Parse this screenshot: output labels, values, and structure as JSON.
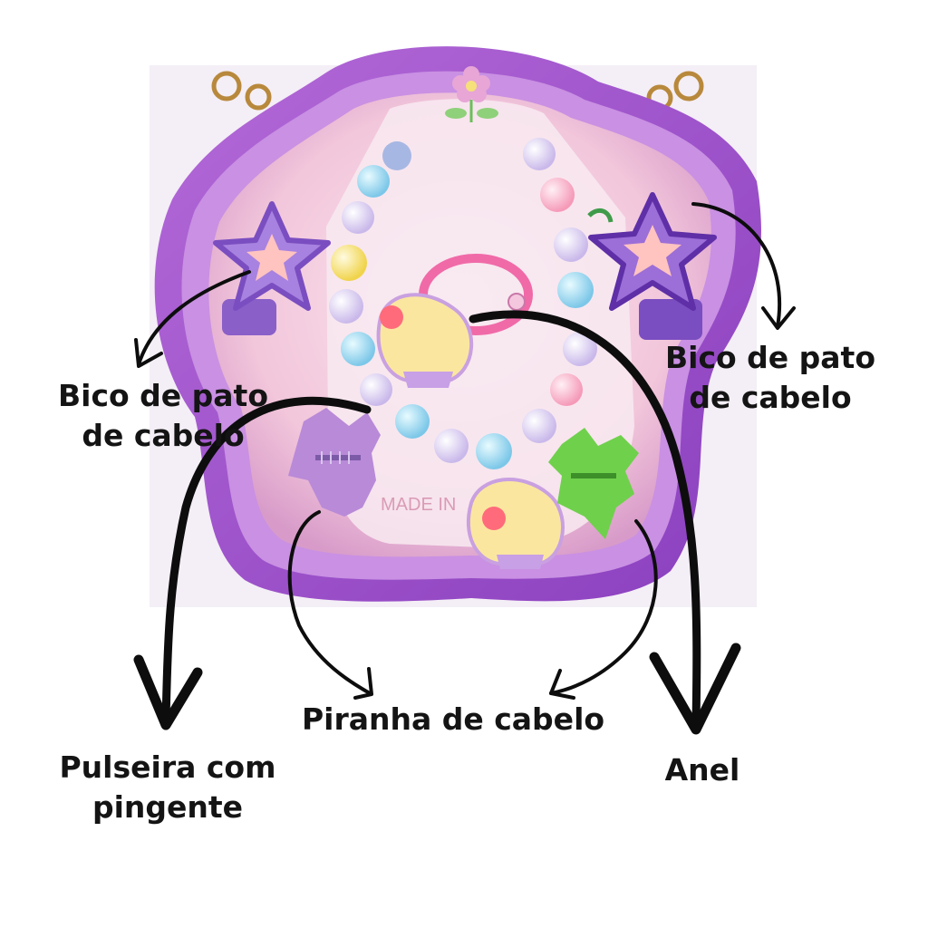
{
  "labels": {
    "left_clip": {
      "line1": "Bico de pato",
      "line2": "de cabelo"
    },
    "right_clip": {
      "line1": "Bico de pato",
      "line2": "de cabelo"
    },
    "claw_clip": "Piranha de cabelo",
    "bracelet": {
      "line1": "Pulseira com",
      "line2": "pingente"
    },
    "ring": "Anel"
  },
  "photo": {
    "case_colors": {
      "outer": "#9b4fc9",
      "rim": "#c58ee0",
      "inner": "#f3c7dd",
      "card": "#f7e9ef"
    },
    "printed_text": "MADE IN"
  },
  "colors": {
    "arrow": "#0d0d0d",
    "text": "#141414",
    "background": "#ffffff"
  }
}
